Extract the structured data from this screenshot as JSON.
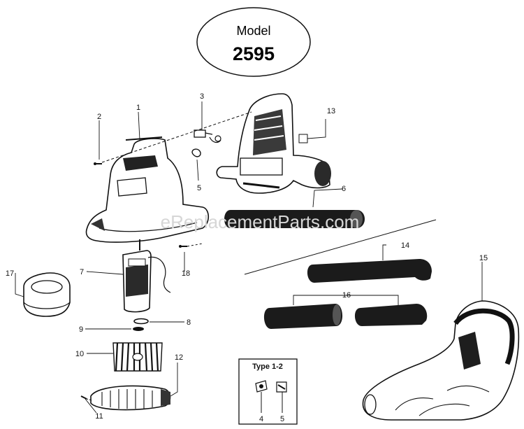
{
  "model": {
    "label": "Model",
    "number": "2595"
  },
  "watermark": "eReplacementParts.com",
  "callouts": [
    "1",
    "2",
    "3",
    "5",
    "6",
    "7",
    "8",
    "9",
    "10",
    "11",
    "12",
    "13",
    "14",
    "15",
    "16",
    "17",
    "18"
  ],
  "inset": {
    "title": "Type 1-2",
    "labels": [
      "4",
      "5"
    ]
  },
  "colors": {
    "ink": "#111111",
    "watermark": "#d6d6d6",
    "paper": "#ffffff"
  }
}
